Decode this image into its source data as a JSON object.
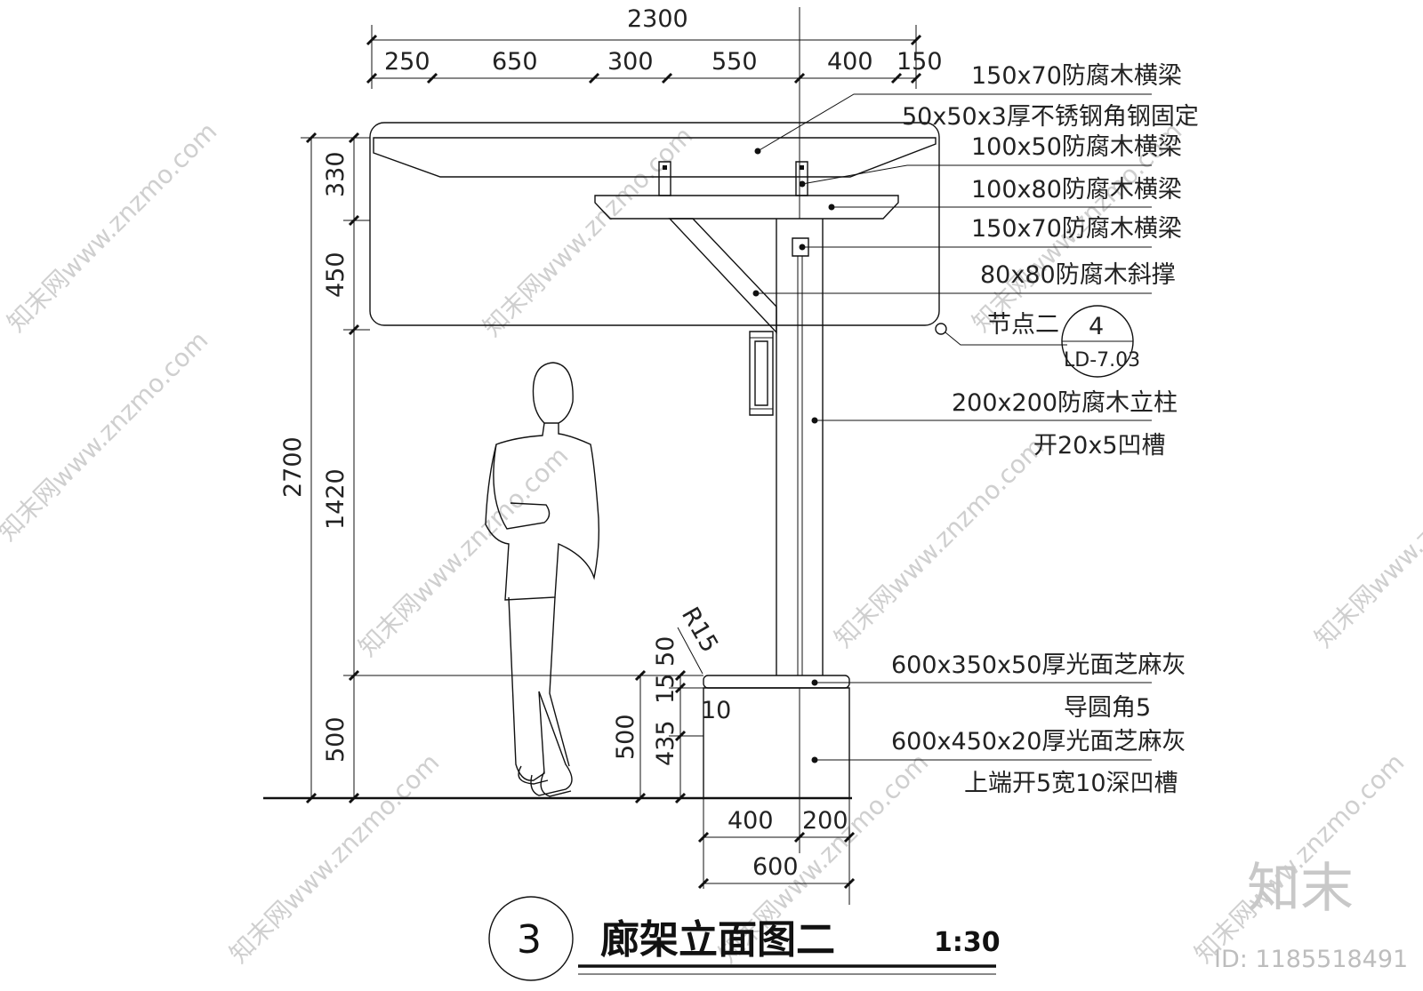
{
  "drawing": {
    "title": "廊架立面图二",
    "number": "3",
    "scale": "1:30"
  },
  "dimensions": {
    "overall_width": "2300",
    "top_chain": [
      "250",
      "650",
      "300",
      "550",
      "400",
      "150"
    ],
    "left_total": "2700",
    "left_chain": [
      "330",
      "450",
      "1420",
      "500"
    ],
    "base_heights": [
      "500",
      "435"
    ],
    "base_small": [
      "15",
      "50",
      "10"
    ],
    "radius": "R15",
    "bottom_chain": [
      "400",
      "200"
    ],
    "bottom_total": "600"
  },
  "notes": [
    "150x70防腐木横梁",
    "50x50x3厚不锈钢角钢固定",
    "100x50防腐木横梁",
    "100x80防腐木横梁",
    "150x70防腐木横梁",
    "80x80防腐木斜撑",
    "200x200防腐木立柱",
    "开20x5凹槽",
    "600x350x50厚光面芝麻灰",
    "导圆角5",
    "600x450x20厚光面芝麻灰",
    "上端开5宽10深凹槽"
  ],
  "detail_callout": {
    "label": "节点二",
    "number": "4",
    "sheet": "LD-7.03"
  },
  "watermark": {
    "text": "知末网www.znzmo.com",
    "brand": "知末",
    "id": "ID: 1185518491"
  }
}
